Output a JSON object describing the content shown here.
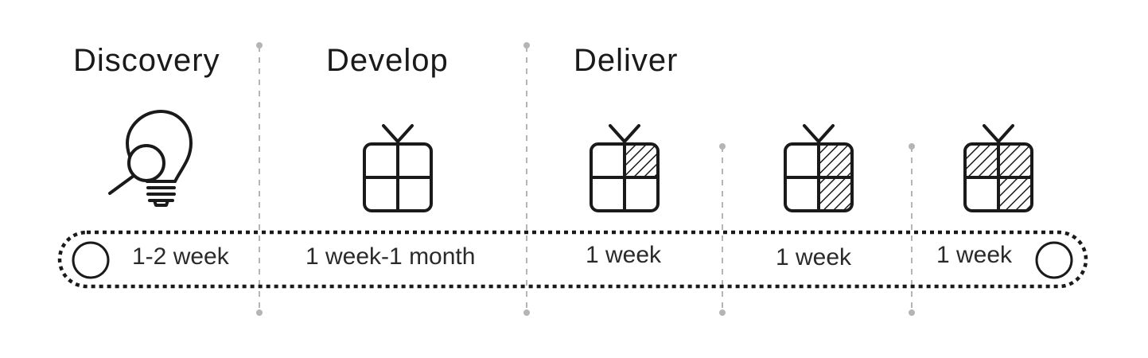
{
  "phases": {
    "discovery": {
      "title": "Discovery",
      "duration": "1-2 week",
      "icon": "lightbulb-magnifier-icon"
    },
    "develop": {
      "title": "Develop",
      "duration": "1 week-1 month",
      "icon": "gift-box-icon"
    },
    "deliver": {
      "title": "Deliver"
    }
  },
  "deliveries": [
    {
      "duration": "1 week",
      "icon": "gift-box-quarter-filled-icon",
      "filled_quarters": 1
    },
    {
      "duration": "1 week",
      "icon": "gift-box-half-filled-icon",
      "filled_quarters": 2
    },
    {
      "duration": "1 week",
      "icon": "gift-box-three-quarter-filled-icon",
      "filled_quarters": 3
    }
  ],
  "colors": {
    "ink": "#1a1a1a",
    "divider": "#b5b5b5",
    "hatch": "#1a1a1a"
  }
}
